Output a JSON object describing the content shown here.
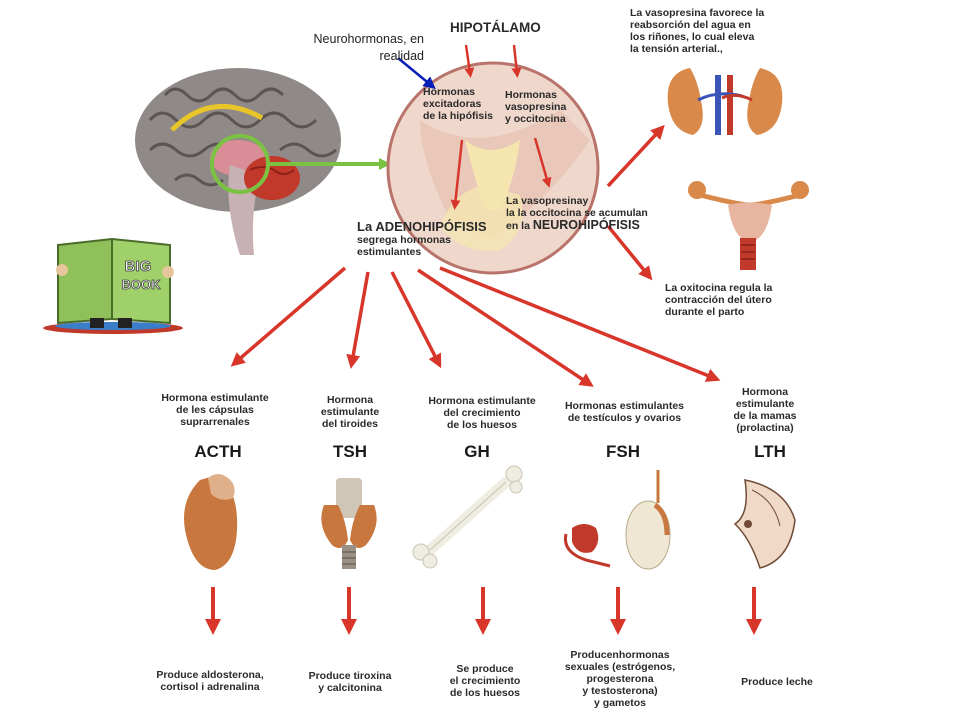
{
  "annotation": {
    "text": "Neurohormonas, en\nrealidad",
    "arrow_color": "#0a1fb5"
  },
  "hypothalamus": {
    "title": "HIPOTÁLAMO",
    "excitatory": "Hormonas\nexcitadoras\nde la hipófisis",
    "vasopressin": "Hormonas\nvasopresina\ny occitocina",
    "accumulate_prefix": "La vasopresinay\nla la occitocina se acumulan\nen la ",
    "accumulate_strong": "NEUROHIPÓFISIS"
  },
  "adeno": {
    "prefix": "La ",
    "strong": "ADENOHIPÓFISIS",
    "rest": "segrega hormonas\nestimulantes"
  },
  "right_notes": {
    "vasopressin_effect": "La vasopresina favorece la\nreabsorción del agua en\nlos riñones, lo cual eleva\nla tensión arterial.,",
    "oxytocin_effect": "La oxitocina regula la\ncontracción  del útero\ndurante el parto"
  },
  "book": {
    "line1": "BIG",
    "line2": "BOOK"
  },
  "hormones": [
    {
      "code": "ACTH",
      "desc": "Hormona estimulante\nde les cápsulas\nsuprarrenales",
      "effect": "Produce aldosterona,\ncortisol i adrenalina"
    },
    {
      "code": "TSH",
      "desc": "Hormona\nestimulante\ndel tiroides",
      "effect": "Produce tiroxina\ny calcitonina"
    },
    {
      "code": "GH",
      "desc": "Hormona estimulante\ndel crecimiento\nde los huesos",
      "effect": "Se produce\nel crecimiento\nde los huesos"
    },
    {
      "code": "FSH",
      "desc": "Hormonas estimulantes\nde testículos y ovarios",
      "effect": "Producenhormonas\nsexuales (estrógenos,\nprogesterona\ny testosterona)\ny gametos"
    },
    {
      "code": "LTH",
      "desc": "Hormona\nestimulante\nde la mamas\n(prolactina)",
      "effect": "Produce leche"
    }
  ],
  "colors": {
    "arrow": "#d8362b",
    "green": "#7cc242",
    "text": "#2a2a2a",
    "circle_fill": "#efd7cb",
    "circle_stroke": "#b8746a"
  }
}
